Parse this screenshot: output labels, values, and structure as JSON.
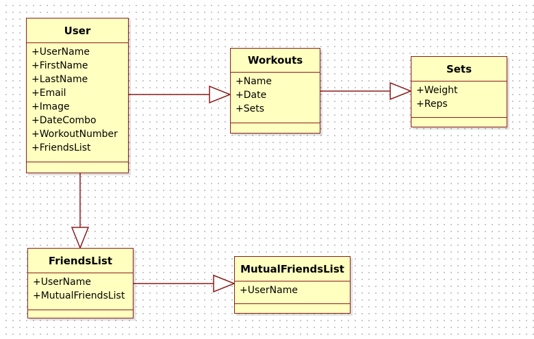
{
  "diagram": {
    "classes": {
      "user": {
        "name": "User",
        "attributes": [
          "+UserName",
          "+FirstName",
          "+LastName",
          "+Email",
          "+Image",
          "+DateCombo",
          "+WorkoutNumber",
          "+FriendsList"
        ]
      },
      "workouts": {
        "name": "Workouts",
        "attributes": [
          "+Name",
          "+Date",
          "+Sets"
        ]
      },
      "sets": {
        "name": "Sets",
        "attributes": [
          "+Weight",
          "+Reps"
        ]
      },
      "friendslist": {
        "name": "FriendsList",
        "attributes": [
          "+UserName",
          "+MutualFriendsList"
        ]
      },
      "mutualfriendslist": {
        "name": "MutualFriendsList",
        "attributes": [
          "+UserName"
        ]
      }
    },
    "relationships": [
      {
        "from": "User",
        "to": "Workouts",
        "type": "generalization"
      },
      {
        "from": "Workouts",
        "to": "Sets",
        "type": "generalization"
      },
      {
        "from": "User",
        "to": "FriendsList",
        "type": "generalization"
      },
      {
        "from": "FriendsList",
        "to": "MutualFriendsList",
        "type": "generalization"
      }
    ],
    "colors": {
      "border": "#8b1a1a",
      "fill": "#ffffc0",
      "grid_dot": "#b9b9b9"
    }
  }
}
